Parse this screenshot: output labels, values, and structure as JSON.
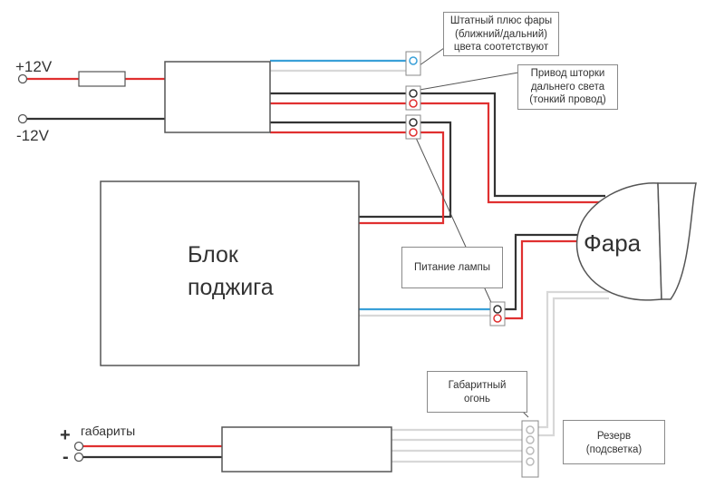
{
  "terminals": {
    "plus12": "+12V",
    "minus12": "-12V",
    "gabarity": "габариты",
    "plus_sign": "+",
    "minus_sign": "-"
  },
  "ignition_block": {
    "line1": "Блок",
    "line2": "поджига"
  },
  "headlamp": {
    "label": "Фара"
  },
  "callouts": {
    "standard_plus": [
      "Штатный плюс фары",
      "(ближний/дальний)",
      "цвета соотетствуют"
    ],
    "shutter_drive": [
      "Привод шторки",
      "дальнего света",
      "(тонкий провод)"
    ],
    "lamp_power": [
      "Питание лампы"
    ],
    "parking_light": [
      "Габаритный",
      "огонь"
    ],
    "reserve": [
      "Резерв",
      "(подсветка)"
    ]
  },
  "colors": {
    "red_wire": "#e03030",
    "blue_wire": "#3aa0d8",
    "black_wire": "#333333",
    "grey_wire": "#d0d0d0",
    "outline": "#555555"
  }
}
